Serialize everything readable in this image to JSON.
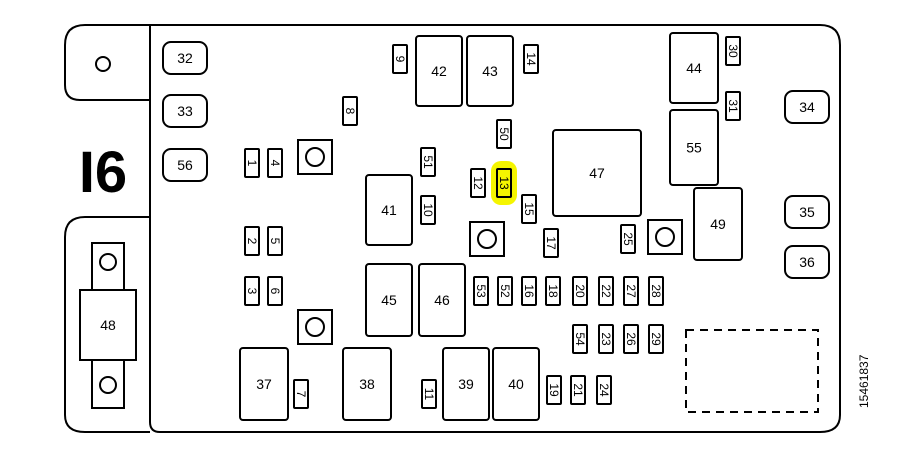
{
  "panel_code": "I6",
  "part_number": "15461837",
  "highlight_color": "#f5f500",
  "line_color": "#000000",
  "fuse_blocks": {
    "b32": "32",
    "b33": "33",
    "b56": "56",
    "b34": "34",
    "b35": "35",
    "b36": "36"
  },
  "relays": {
    "r42": "42",
    "r43": "43",
    "r44": "44",
    "r55": "55",
    "r47": "47",
    "r41": "41",
    "r49": "49",
    "r45": "45",
    "r46": "46",
    "r37": "37",
    "r38": "38",
    "r39": "39",
    "r40": "40",
    "r48": "48"
  },
  "fuses": {
    "f9": "9",
    "f14": "14",
    "f30": "30",
    "f31": "31",
    "f8": "8",
    "f50": "50",
    "f1": "1",
    "f4": "4",
    "f51": "51",
    "f12": "12",
    "f13": "13",
    "f10": "10",
    "f15": "15",
    "f2": "2",
    "f5": "5",
    "f17": "17",
    "f25": "25",
    "f3": "3",
    "f6": "6",
    "f53": "53",
    "f52": "52",
    "f16": "16",
    "f18": "18",
    "f20": "20",
    "f22": "22",
    "f27": "27",
    "f28": "28",
    "f54": "54",
    "f23": "23",
    "f26": "26",
    "f29": "29",
    "f7": "7",
    "f11": "11",
    "f19": "19",
    "f21": "21",
    "f24": "24"
  },
  "highlighted_fuse": "13"
}
